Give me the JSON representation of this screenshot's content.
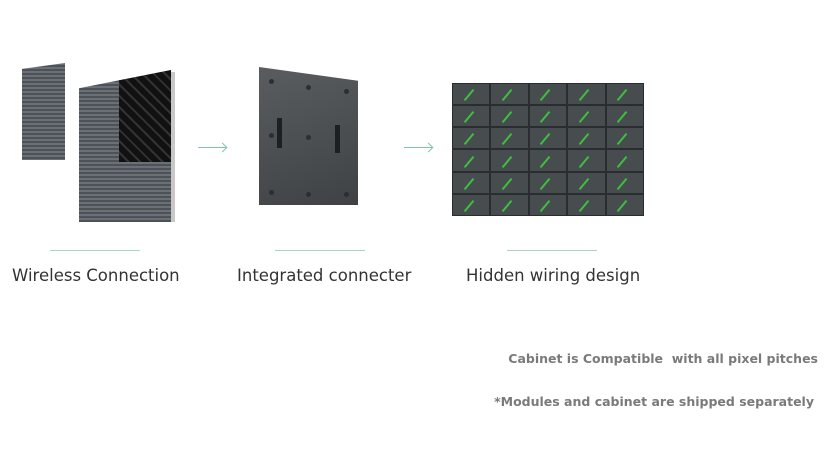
{
  "features": [
    {
      "label": "Wireless Connection"
    },
    {
      "label": "Integrated connecter"
    },
    {
      "label": "Hidden wiring design"
    }
  ],
  "notes": {
    "compatibility": "Cabinet is Compatible  with all pixel pitches",
    "shipping": "*Modules and cabinet are shipped separately"
  },
  "colors": {
    "accent": "#7fc8a3",
    "module_led": "#3fbf3f"
  },
  "grid": {
    "columns": 5,
    "rows": 6
  }
}
